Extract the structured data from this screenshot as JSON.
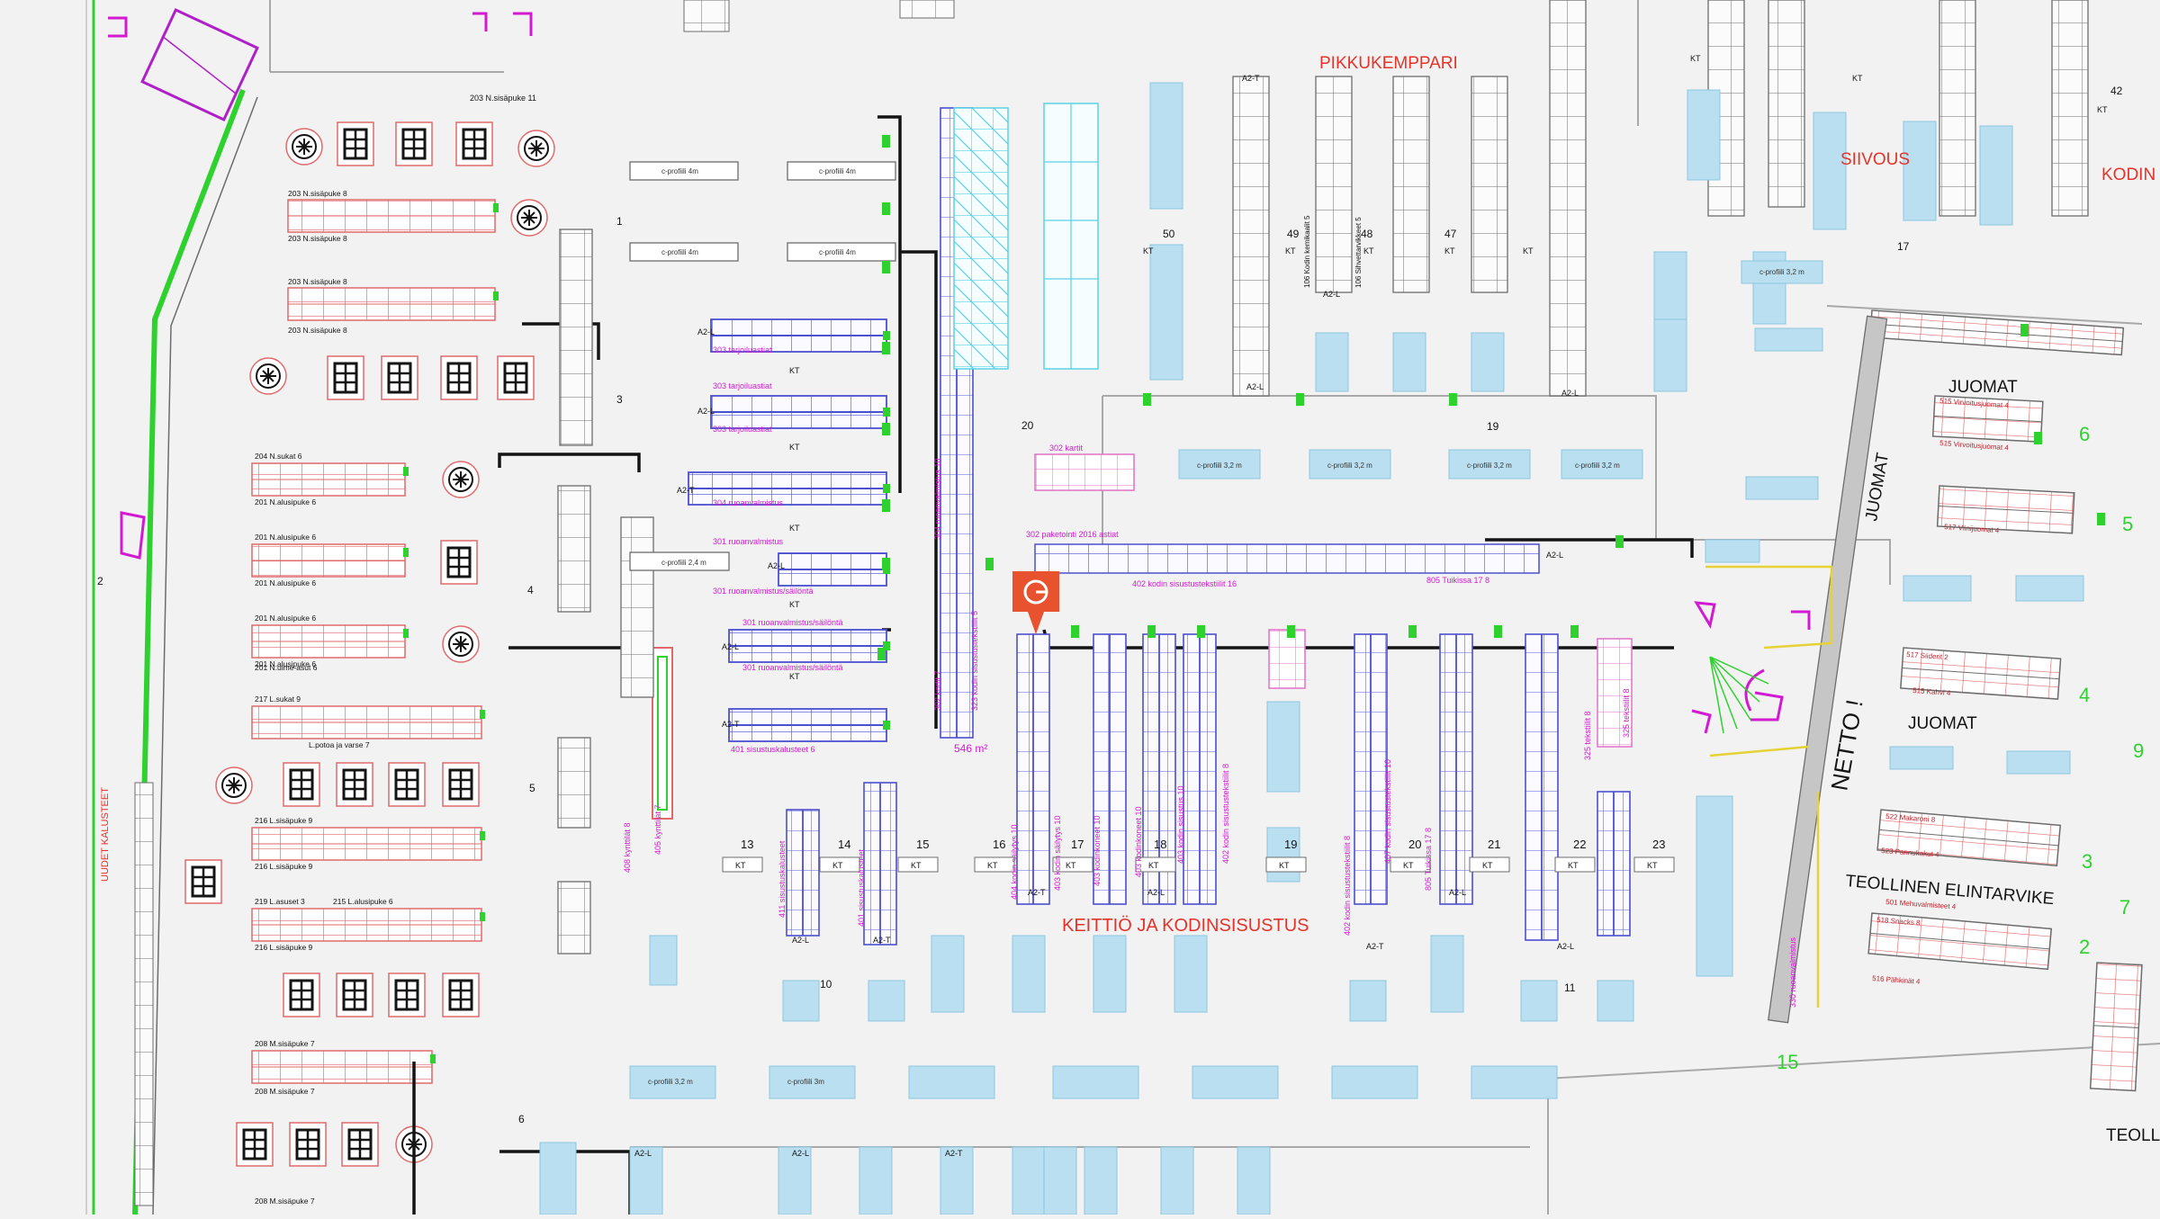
{
  "colors": {
    "background": "#f1f2f1",
    "rack_red": "#e06a6a",
    "rack_blue": "#4b4fd0",
    "magenta": "#d21ad2",
    "cyan": "#5ad2e6",
    "green": "#2fd12f",
    "light_blue_fill": "#b9dff0",
    "marker": "#e8522e",
    "zone_label": "#e5332a",
    "dark_line": "#141414"
  },
  "zone_labels": {
    "pikkukemppari": "PIKKUKEMPPARI",
    "siivous": "SIIVOUS",
    "kodin": "KODIN",
    "juomat_top": "JUOMAT",
    "juomat_mid": "JUOMAT",
    "juomat_vertical": "JUOMAT",
    "teollinen": "TEOLLINEN ELINTARVIKE",
    "keittio": "KEITTIÖ JA KODINSISUSTUS",
    "netto": "NETTO !",
    "teolli_bottom": "TEOLLI",
    "uudet_kalusteet": "UUDET KALUSTEET"
  },
  "aisle_numbers": [
    "13",
    "14",
    "15",
    "16",
    "17",
    "18",
    "19",
    "20",
    "21",
    "22",
    "23"
  ],
  "side_numbers": [
    "6",
    "5",
    "4",
    "3",
    "2"
  ],
  "misc_numbers": {
    "n1": "1",
    "n2": "2",
    "n3": "3",
    "n4": "4",
    "n5": "5",
    "n6": "6",
    "n10": "10",
    "n11": "11",
    "n15": "15",
    "n19": "19",
    "n20": "20",
    "n47": "47",
    "n48": "48",
    "n49": "49",
    "n50": "50",
    "n42": "42",
    "n9": "9",
    "n7": "7",
    "n17": "17"
  },
  "tags": {
    "kt": "KT",
    "a2l": "A2-L",
    "a2t": "A2-T",
    "area": "546 m²"
  },
  "left_rack_labels": [
    "203 N.sisäpuke 8",
    "203 N.sisäpuke 8",
    "203 N.sisäpuke 8",
    "203 N.sisäpuke 8",
    "204 N.sukat 6",
    "201 N.alusipuke 6",
    "201 N.alusipuke 6",
    "201 N.alusipuke 6",
    "201 N.alusipuke 6",
    "201 N.alusipuke 6",
    "201 N.ulme-asut 6",
    "217 L.sukat 9",
    "L.potoa ja varse 7",
    "216 L.sisäpuke 9",
    "216 L.sisäpuke 9",
    "219 L.asuset 3",
    "215 L.alusipuke 6",
    "216 L.sisäpuke 9",
    "208 M.sisäpuke 7",
    "208 M.sisäpuke 7",
    "208 M.sisäpuke 7"
  ],
  "center_labels": [
    "303 tarjoiluastiat",
    "303 tarjoiluastiat",
    "303 tarjoiluastiat",
    "304 ruoanvalmistus",
    "301 ruoanvalmistus",
    "301 ruoanvalmistus/säilöntä",
    "301 ruoanvalmistus/säilöntä",
    "301 ruoanvalmistus/säilöntä",
    "401 sisustuskalusteet 6",
    "402 kodin sisustustekstiilit 16",
    "302 paketointi 2016 astiat",
    "805 Tuikissa 17 8",
    "302 kartit"
  ],
  "vertical_labels": [
    "411 sisustuskalusteet",
    "401 sisustuskalusteet",
    "404 kodin säilytys 10",
    "403 kodin säilytys 10",
    "403 kodinkoneet 10",
    "403 kodinkoneet 10",
    "403 kodin sisustus 10",
    "402 kodin sisustustekstiilit 8",
    "402 kodin sisustustekstiilit 8",
    "407 kodin sisustustekstiilit 10",
    "805 Tuikissa 17 8",
    "325 tekstiilit 8",
    "325 tekstiilit 8",
    "302 kortit 7",
    "323 kodin sisustustekstiilit 5",
    "304 ruoanvalmistus 10",
    "405 kynttilät 7",
    "408 kynttilät 8",
    "330 ruoanvalmistus"
  ],
  "profile_labels": [
    "c-profiili 4m",
    "c-profiili 4m",
    "c-profiili 4m",
    "c-profiili 4m",
    "c-profiili 3,2 m",
    "c-profiili 3,2 m",
    "c-profiili 3,2 m",
    "c-profiili 3,2 m",
    "c-profiili 3,2 m",
    "c-profiili 3m",
    "c-profiili 2,4 m",
    "c-profiili 3,2 m"
  ],
  "right_labels": [
    "515 Virvoitusjuomat 4",
    "515 Virvoitusjuomat 4",
    "517 Viinijuomat 4",
    "517 Siiderit 2",
    "522 Makaroni 8",
    "523 Pannukakut 4",
    "518 Snacks 8",
    "516 Pähkinät 4",
    "515 Kahvi 4",
    "501 Mehuvalmisteet 4"
  ],
  "top_labels": [
    "203 N.sisäpuke 11",
    "106 Sihvettarvikkeet 5",
    "106 Kodin kemikaalit 5"
  ]
}
